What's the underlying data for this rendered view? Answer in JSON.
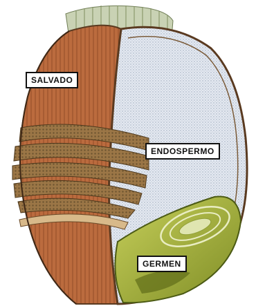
{
  "labels": {
    "bran": "SALVADO",
    "endosperm": "ENDOSPERMO",
    "germ": "GERMEN"
  },
  "colors": {
    "bran_fill": "#b8683c",
    "bran_stripe": "#8a4a24",
    "husk_band": "#8c6a3e",
    "endosperm_fill": "#dfe5ee",
    "endosperm_dots": "#9aa6b8",
    "membrane": "#5a3a20",
    "germ_fill": "#9aa83a",
    "germ_dark": "#6f7d1f",
    "brush_tip": "#a9b98a"
  }
}
